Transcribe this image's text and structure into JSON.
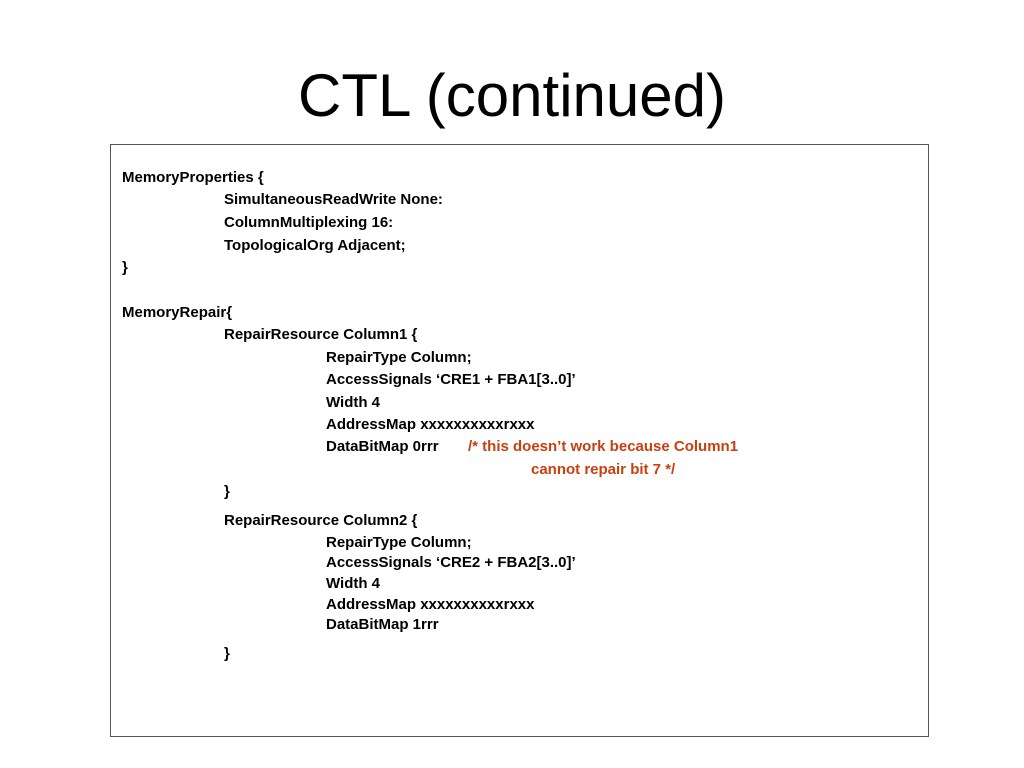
{
  "slide": {
    "title": "CTL (continued)"
  },
  "code": {
    "memory_properties": {
      "open": "MemoryProperties {",
      "simultaneous": "SimultaneousReadWrite None:",
      "column_mux": "ColumnMultiplexing 16:",
      "topological": "TopologicalOrg Adjacent;",
      "close": "}"
    },
    "memory_repair": {
      "open": "MemoryRepair{",
      "column1": {
        "open": "RepairResource Column1 {",
        "repair_type": "RepairType Column;",
        "access_signals": "AccessSignals ‘CRE1 + FBA1[3..0]’",
        "width": "Width 4",
        "address_map": "AddressMap xxxxxxxxxxrxxx",
        "data_bit_map": "DataBitMap 0rrr",
        "comment_line1": "/* this doesn’t work because Column1",
        "comment_line2": "cannot repair bit 7 */",
        "close": "}"
      },
      "column2": {
        "open": "RepairResource Column2 {",
        "repair_type": "RepairType Column;",
        "access_signals": "AccessSignals ‘CRE2 + FBA2[3..0]’",
        "width": "Width 4",
        "address_map": "AddressMap xxxxxxxxxxrxxx",
        "data_bit_map": "DataBitMap 1rrr",
        "close": "}"
      }
    }
  },
  "colors": {
    "comment": "#c8400f",
    "border": "#555555"
  }
}
